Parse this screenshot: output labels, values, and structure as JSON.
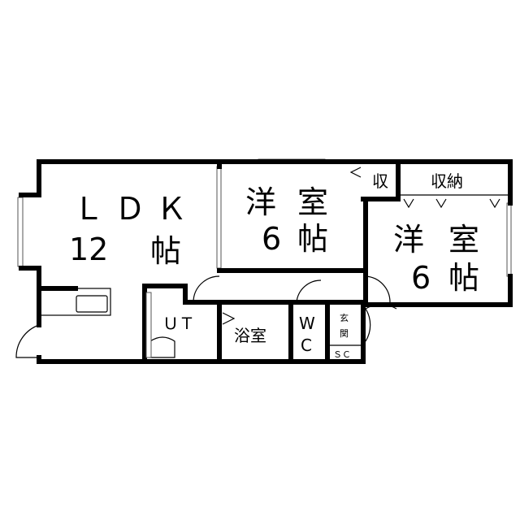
{
  "rooms": {
    "ldk": {
      "name": "ＬＤＫ",
      "size": "12",
      "unit": "帖"
    },
    "western1": {
      "name1": "洋",
      "name2": "室",
      "size": "6",
      "unit": "帖"
    },
    "western2": {
      "name1": "洋",
      "name2": "室",
      "size": "6",
      "unit": "帖"
    },
    "closet_small": "収",
    "closet": "収納",
    "utility": "ＵＴ",
    "bath": "浴室",
    "wc1": "W",
    "wc2": "C",
    "entrance1": "玄",
    "entrance2": "関",
    "shoe_closet": "ＳＣ"
  }
}
